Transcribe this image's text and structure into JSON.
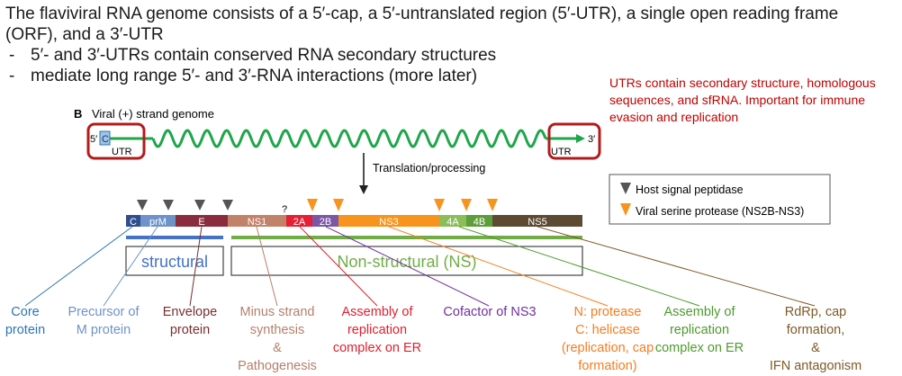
{
  "intro": {
    "line1": "The flaviviral RNA genome consists of a 5′-cap, a 5′-untranslated region (5′-UTR), a single open reading frame",
    "line2": "(ORF), and a 3′-UTR",
    "bullet1": "5′- and 3′-UTRs contain conserved RNA secondary structures",
    "bullet2": "mediate long range 5′- and 3′-RNA interactions (more later)",
    "dash": "-"
  },
  "note": "UTRs contain secondary structure, homologous sequences, and sfRNA. Important for immune evasion and replication",
  "genome": {
    "panel_letter": "B",
    "panel_title": "Viral (+) strand genome",
    "five_prime": "5′",
    "cap": "C",
    "three_prime": "3′",
    "utr_left": "UTR",
    "utr_right": "UTR",
    "arrow_label": "Translation/processing",
    "question": "?"
  },
  "legend": {
    "host": "Host signal peptidase",
    "viral": "Viral serine protease (NS2B-NS3)"
  },
  "colors": {
    "rna_green": "#1fa64a",
    "host_marker": "#555555",
    "viral_marker": "#f7941d",
    "utr_box": "#b31b1b",
    "structural_bar": "#4472c4",
    "nonstructural_bar": "#70ad47",
    "text_red": "#c00000"
  },
  "polyprotein": [
    {
      "label": "C",
      "fill": "#2f4e8f"
    },
    {
      "label": "prM",
      "fill": "#6d93c9"
    },
    {
      "label": "E",
      "fill": "#8b2c3e"
    },
    {
      "label": "NS1",
      "fill": "#c2826a"
    },
    {
      "label": "2A",
      "fill": "#e51f35"
    },
    {
      "label": "2B",
      "fill": "#7b57a6"
    },
    {
      "label": "NS3",
      "fill": "#f7941d"
    },
    {
      "label": "4A",
      "fill": "#8bbd5a"
    },
    {
      "label": "4B",
      "fill": "#5e9e3a"
    },
    {
      "label": "NS5",
      "fill": "#5c4a32"
    }
  ],
  "groups": {
    "structural": "structural",
    "nonstructural": "Non-structural (NS)"
  },
  "functions": [
    {
      "lines": [
        "Core",
        "protein"
      ],
      "color": "#2e75b6"
    },
    {
      "lines": [
        "Precursor of",
        "M protein"
      ],
      "color": "#6d93c9"
    },
    {
      "lines": [
        "Envelope",
        "protein"
      ],
      "color": "#7a2f2f"
    },
    {
      "lines": [
        "Minus strand",
        "synthesis",
        "&",
        "Pathogenesis"
      ],
      "color": "#b5806b"
    },
    {
      "lines": [
        "Assembly of",
        "replication",
        "complex on ER"
      ],
      "color": "#e0202f"
    },
    {
      "lines": [
        "Cofactor of NS3"
      ],
      "color": "#7030a0"
    },
    {
      "lines": [
        "N: protease",
        "C: helicase",
        "(replication, cap",
        "formation)"
      ],
      "color": "#f47d20"
    },
    {
      "lines": [
        "Assembly of",
        "replication",
        "complex on ER"
      ],
      "color": "#4f9a2e"
    },
    {
      "lines": [
        "RdRp, cap",
        "formation,",
        "&",
        "IFN antagonism"
      ],
      "color": "#7f5a26"
    }
  ]
}
